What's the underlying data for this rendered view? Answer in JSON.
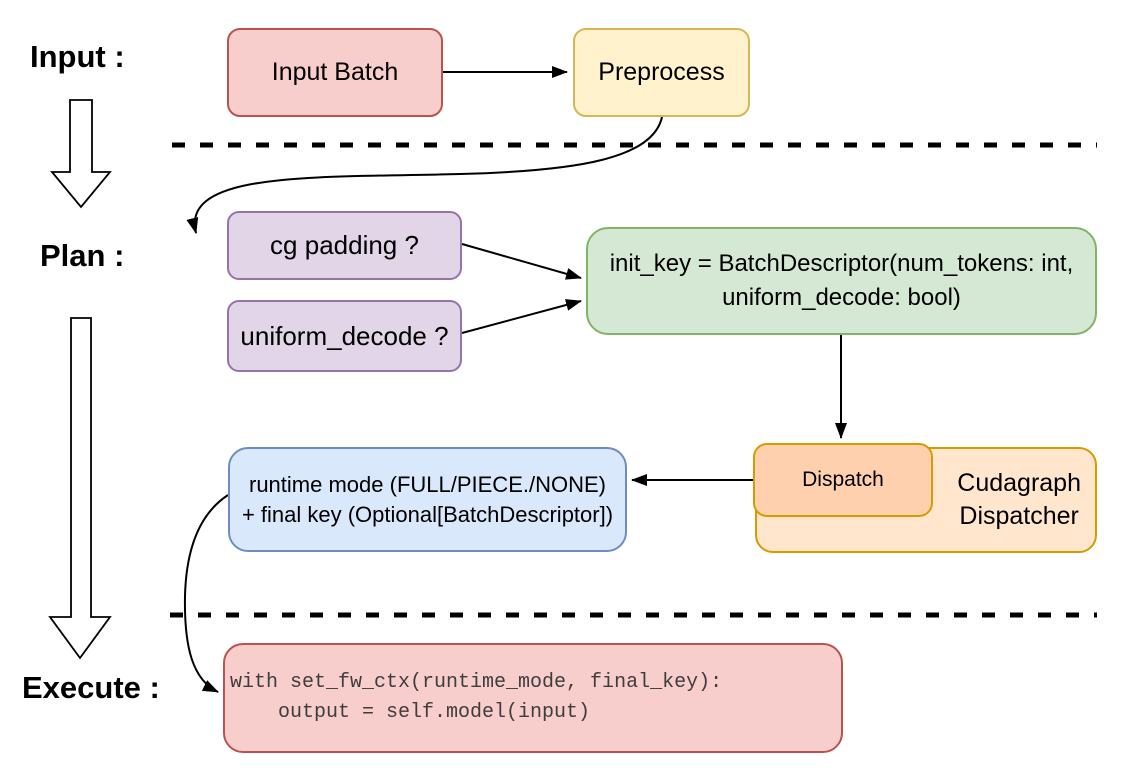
{
  "stages": {
    "input": "Input :",
    "plan": "Plan :",
    "execute": "Execute :"
  },
  "nodes": {
    "input_batch": {
      "label": "Input Batch"
    },
    "preprocess": {
      "label": "Preprocess"
    },
    "cg_padding": {
      "label": "cg padding ?"
    },
    "uniform_decode": {
      "label": "uniform_decode ?"
    },
    "init_key": {
      "line1": "init_key = BatchDescriptor(num_tokens: int,",
      "line2": "uniform_decode: bool)"
    },
    "dispatch": {
      "label": "Dispatch"
    },
    "cudagraph_dispatcher": {
      "line1": "Cudagraph",
      "line2": "Dispatcher"
    },
    "runtime_result": {
      "line1": "runtime mode (FULL/PIECE./NONE)",
      "line2": "+ final key (Optional[BatchDescriptor])"
    },
    "execute_code": {
      "line1": "with set_fw_ctx(runtime_mode, final_key):",
      "line2": "    output = self.model(input)"
    }
  },
  "palette": {
    "red_fill": "#f8cecc",
    "red_stroke": "#b85450",
    "yellow_fill": "#fff2cc",
    "yellow_stroke": "#d6b656",
    "purple_fill": "#e1d5e7",
    "purple_stroke": "#9673a6",
    "green_fill": "#d5e8d4",
    "green_stroke": "#82b366",
    "blue_fill": "#dae8fc",
    "blue_stroke": "#6c8ebf",
    "orange_fill": "#ffe6cc",
    "orange_stroke": "#d79b00",
    "salmon_fill": "#fed0ae",
    "connector_color": "#000000",
    "code_text_color": "#3d3d3d"
  }
}
